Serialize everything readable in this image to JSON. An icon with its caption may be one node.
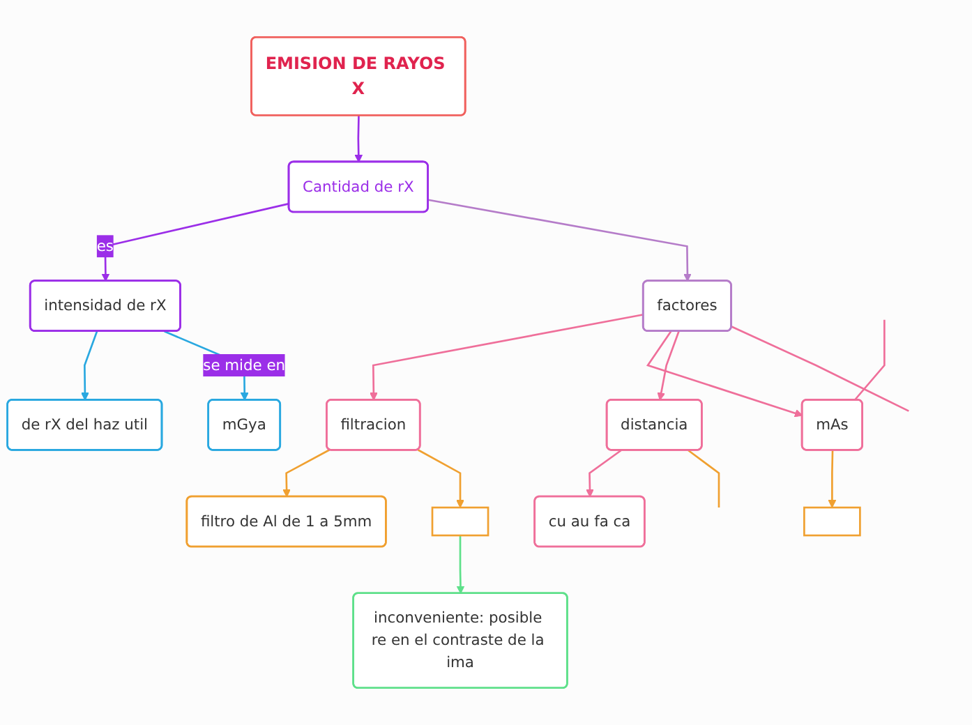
{
  "diagram": {
    "nodes": [
      {
        "text": [
          "EMISION DE RAYOS X"
        ]
      },
      {
        "text": [
          "Cantidad de rX"
        ]
      },
      {
        "text": [
          "intensidad de rX"
        ]
      },
      {
        "text": [
          "de rX del haz util"
        ]
      },
      {
        "text": [
          "mGya"
        ]
      },
      {
        "text": [
          "factores"
        ]
      },
      {
        "text": [
          "filtracion"
        ]
      },
      {
        "text": [
          "filtro de Al de 1 a 5mm"
        ]
      },
      {
        "text": [],
        "shape": "box"
      },
      {
        "text": [
          "inconveniente: posible re en el contraste de la ima"
        ]
      },
      {
        "text": [
          "mAs"
        ]
      },
      {
        "text": [
          "distancia"
        ]
      },
      {
        "text": [
          "cu au fa ca"
        ]
      },
      {
        "text": [],
        "shape": "box"
      }
    ],
    "edges": [
      {
        "from": 0,
        "to": 1,
        "arrow": "to",
        "color": "#9b2ee8"
      },
      {
        "from": 1,
        "to": 2,
        "arrow": "to",
        "label": "es",
        "color": "#9b2ee8"
      },
      {
        "from": 2,
        "to": 3,
        "arrow": "to",
        "color": "#29a8e0"
      },
      {
        "from": 2,
        "to": 4,
        "arrow": "to",
        "label": "se mide en",
        "color": "#29a8e0"
      },
      {
        "from": 1,
        "to": 5,
        "arrow": "to",
        "color": "#b57cc9"
      },
      {
        "from": 5,
        "to": 6,
        "arrow": "to"
      },
      {
        "from": 6,
        "to": 7,
        "arrow": "to",
        "color": "#f0a030"
      },
      {
        "from": 6,
        "to": 8,
        "arrow": "to",
        "color": "#f0a030"
      },
      {
        "from": 8,
        "to": 9,
        "arrow": "to",
        "color": "#5ee08a"
      },
      {
        "from": 5,
        "to": 10,
        "arrow": "to"
      },
      {
        "from": 5,
        "to": 11,
        "arrow": "to"
      },
      {
        "from": 5,
        "to": null,
        "arrow": "none"
      },
      {
        "from": null,
        "to": 10,
        "arrow": "none"
      },
      {
        "from": 10,
        "to": 13,
        "arrow": "to",
        "color": "#f0a030"
      },
      {
        "from": 11,
        "to": 12,
        "arrow": "to"
      },
      {
        "from": 11,
        "to": null,
        "arrow": "none",
        "color": "#f0a030"
      }
    ]
  }
}
